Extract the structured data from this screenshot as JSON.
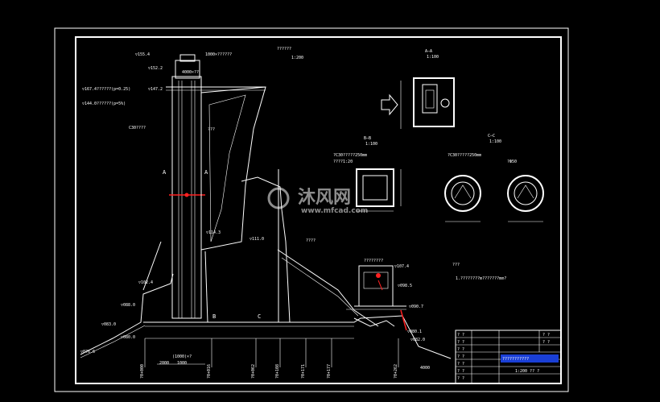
{
  "drawing": {
    "elevations_left": [
      "▽155.4",
      "▽152.2",
      "▽147.2",
      "▽167.4??????(p=0.25)",
      "▽144.0??????(p=5%)",
      "▽102.4",
      "▽088.0",
      "▽083.0",
      "▽080.0",
      "▽076.6"
    ],
    "elevations_mid": [
      "▽114.3",
      "▽111.0",
      "▽107.4",
      "▽098.5",
      "▽090.7",
      "▽080.1",
      "▽082.0"
    ],
    "tower_top_label": "1000×??????",
    "tower_inner_label": "4000×??",
    "tower_left_note": "C30????",
    "tower_note": "???",
    "section_marks": [
      "A",
      "A",
      "B",
      "C"
    ],
    "title_section_top": "??????",
    "scale_top": "1:200",
    "section_aa": {
      "label": "A—A",
      "scale": "1:100"
    },
    "section_bb": {
      "label": "B—B",
      "scale": "1:100"
    },
    "section_cc": {
      "label": "C—C",
      "scale": "1:100"
    },
    "bb_notes": [
      "?C30?????250mm",
      "????1:20"
    ],
    "cc_notes": [
      "?C30?????250mm",
      "?Ф50"
    ],
    "right_note_title": "???",
    "right_note_line": "1.????????m???????mm?",
    "bottom_stations": [
      "?0+000",
      "?0+016",
      "?0+062",
      "?0+108",
      "?0+171",
      "?0+177",
      "?0+262"
    ],
    "bottom_dim": "(1000)×?",
    "bottom_dim2": "2000",
    "bottom_dim3": "1000",
    "gate_label": "????????",
    "red_marker": "#e0202a",
    "outlet_label": "????",
    "elev_bottom_right": "4000",
    "red_marker_color": "#ff2020"
  },
  "title_block": {
    "rows": [
      "? ?",
      "? ?",
      "? ?",
      "? ?",
      "? ?",
      "? ?",
      "? ?"
    ],
    "right_top": [
      "? ?",
      "? ?"
    ],
    "project_name": "???????????",
    "scale_text": "1:200 ?? ?"
  },
  "watermark": {
    "brand": "沐风网",
    "url": "www.mfcad.com"
  }
}
